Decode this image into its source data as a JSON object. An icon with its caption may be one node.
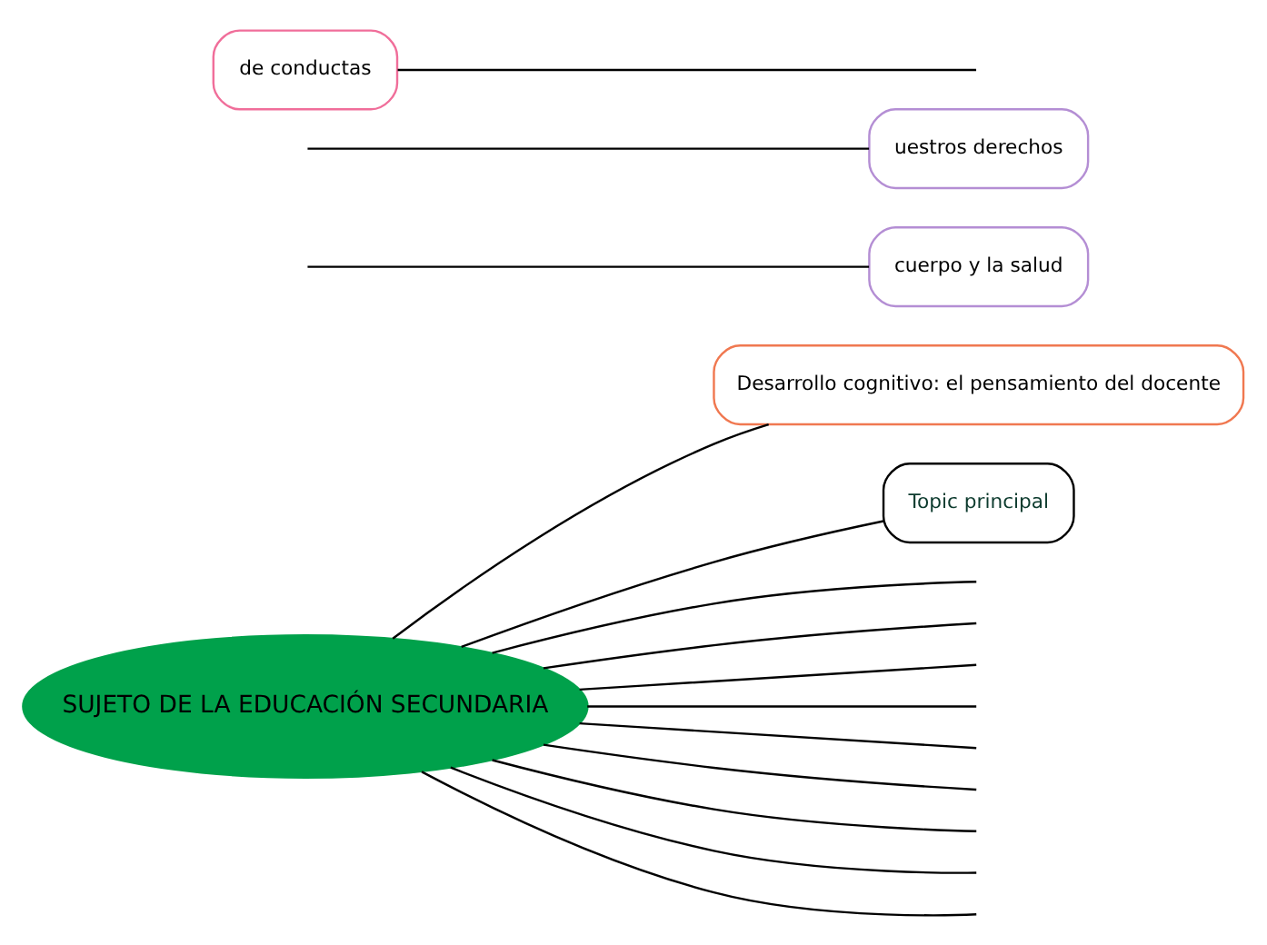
{
  "diagram": {
    "nodes": [
      {
        "text": [
          "SUJETO DE LA EDUCACIÓN SECUNDARIA"
        ]
      },
      {
        "text": [
          "Desarrollo cognitivo: el pensamiento del docente"
        ]
      },
      {
        "text": [
          "Topic principal"
        ]
      },
      {
        "text": [
          "cuerpo y la salud"
        ]
      },
      {
        "text": [
          "uestros derechos"
        ]
      },
      {
        "text": [
          "de conductas"
        ]
      }
    ],
    "edges": [
      {
        "from": 0,
        "to": null,
        "arrow": "none"
      },
      {
        "from": 0,
        "to": null,
        "arrow": "none"
      },
      {
        "from": 0,
        "to": null,
        "arrow": "none"
      },
      {
        "from": 0,
        "to": null,
        "arrow": "none"
      },
      {
        "from": 0,
        "to": 1,
        "arrow": "none"
      },
      {
        "from": 0,
        "to": 2,
        "arrow": "none"
      },
      {
        "from": 0,
        "to": null,
        "arrow": "none"
      },
      {
        "from": 0,
        "to": null,
        "arrow": "none"
      },
      {
        "from": 0,
        "to": null,
        "arrow": "none"
      },
      {
        "from": 0,
        "to": null,
        "arrow": "none"
      },
      {
        "from": 0,
        "to": null,
        "arrow": "none"
      },
      {
        "from": null,
        "to": 3,
        "arrow": "none"
      },
      {
        "from": null,
        "to": 4,
        "arrow": "none"
      },
      {
        "from": 5,
        "to": null,
        "arrow": "none"
      }
    ]
  }
}
